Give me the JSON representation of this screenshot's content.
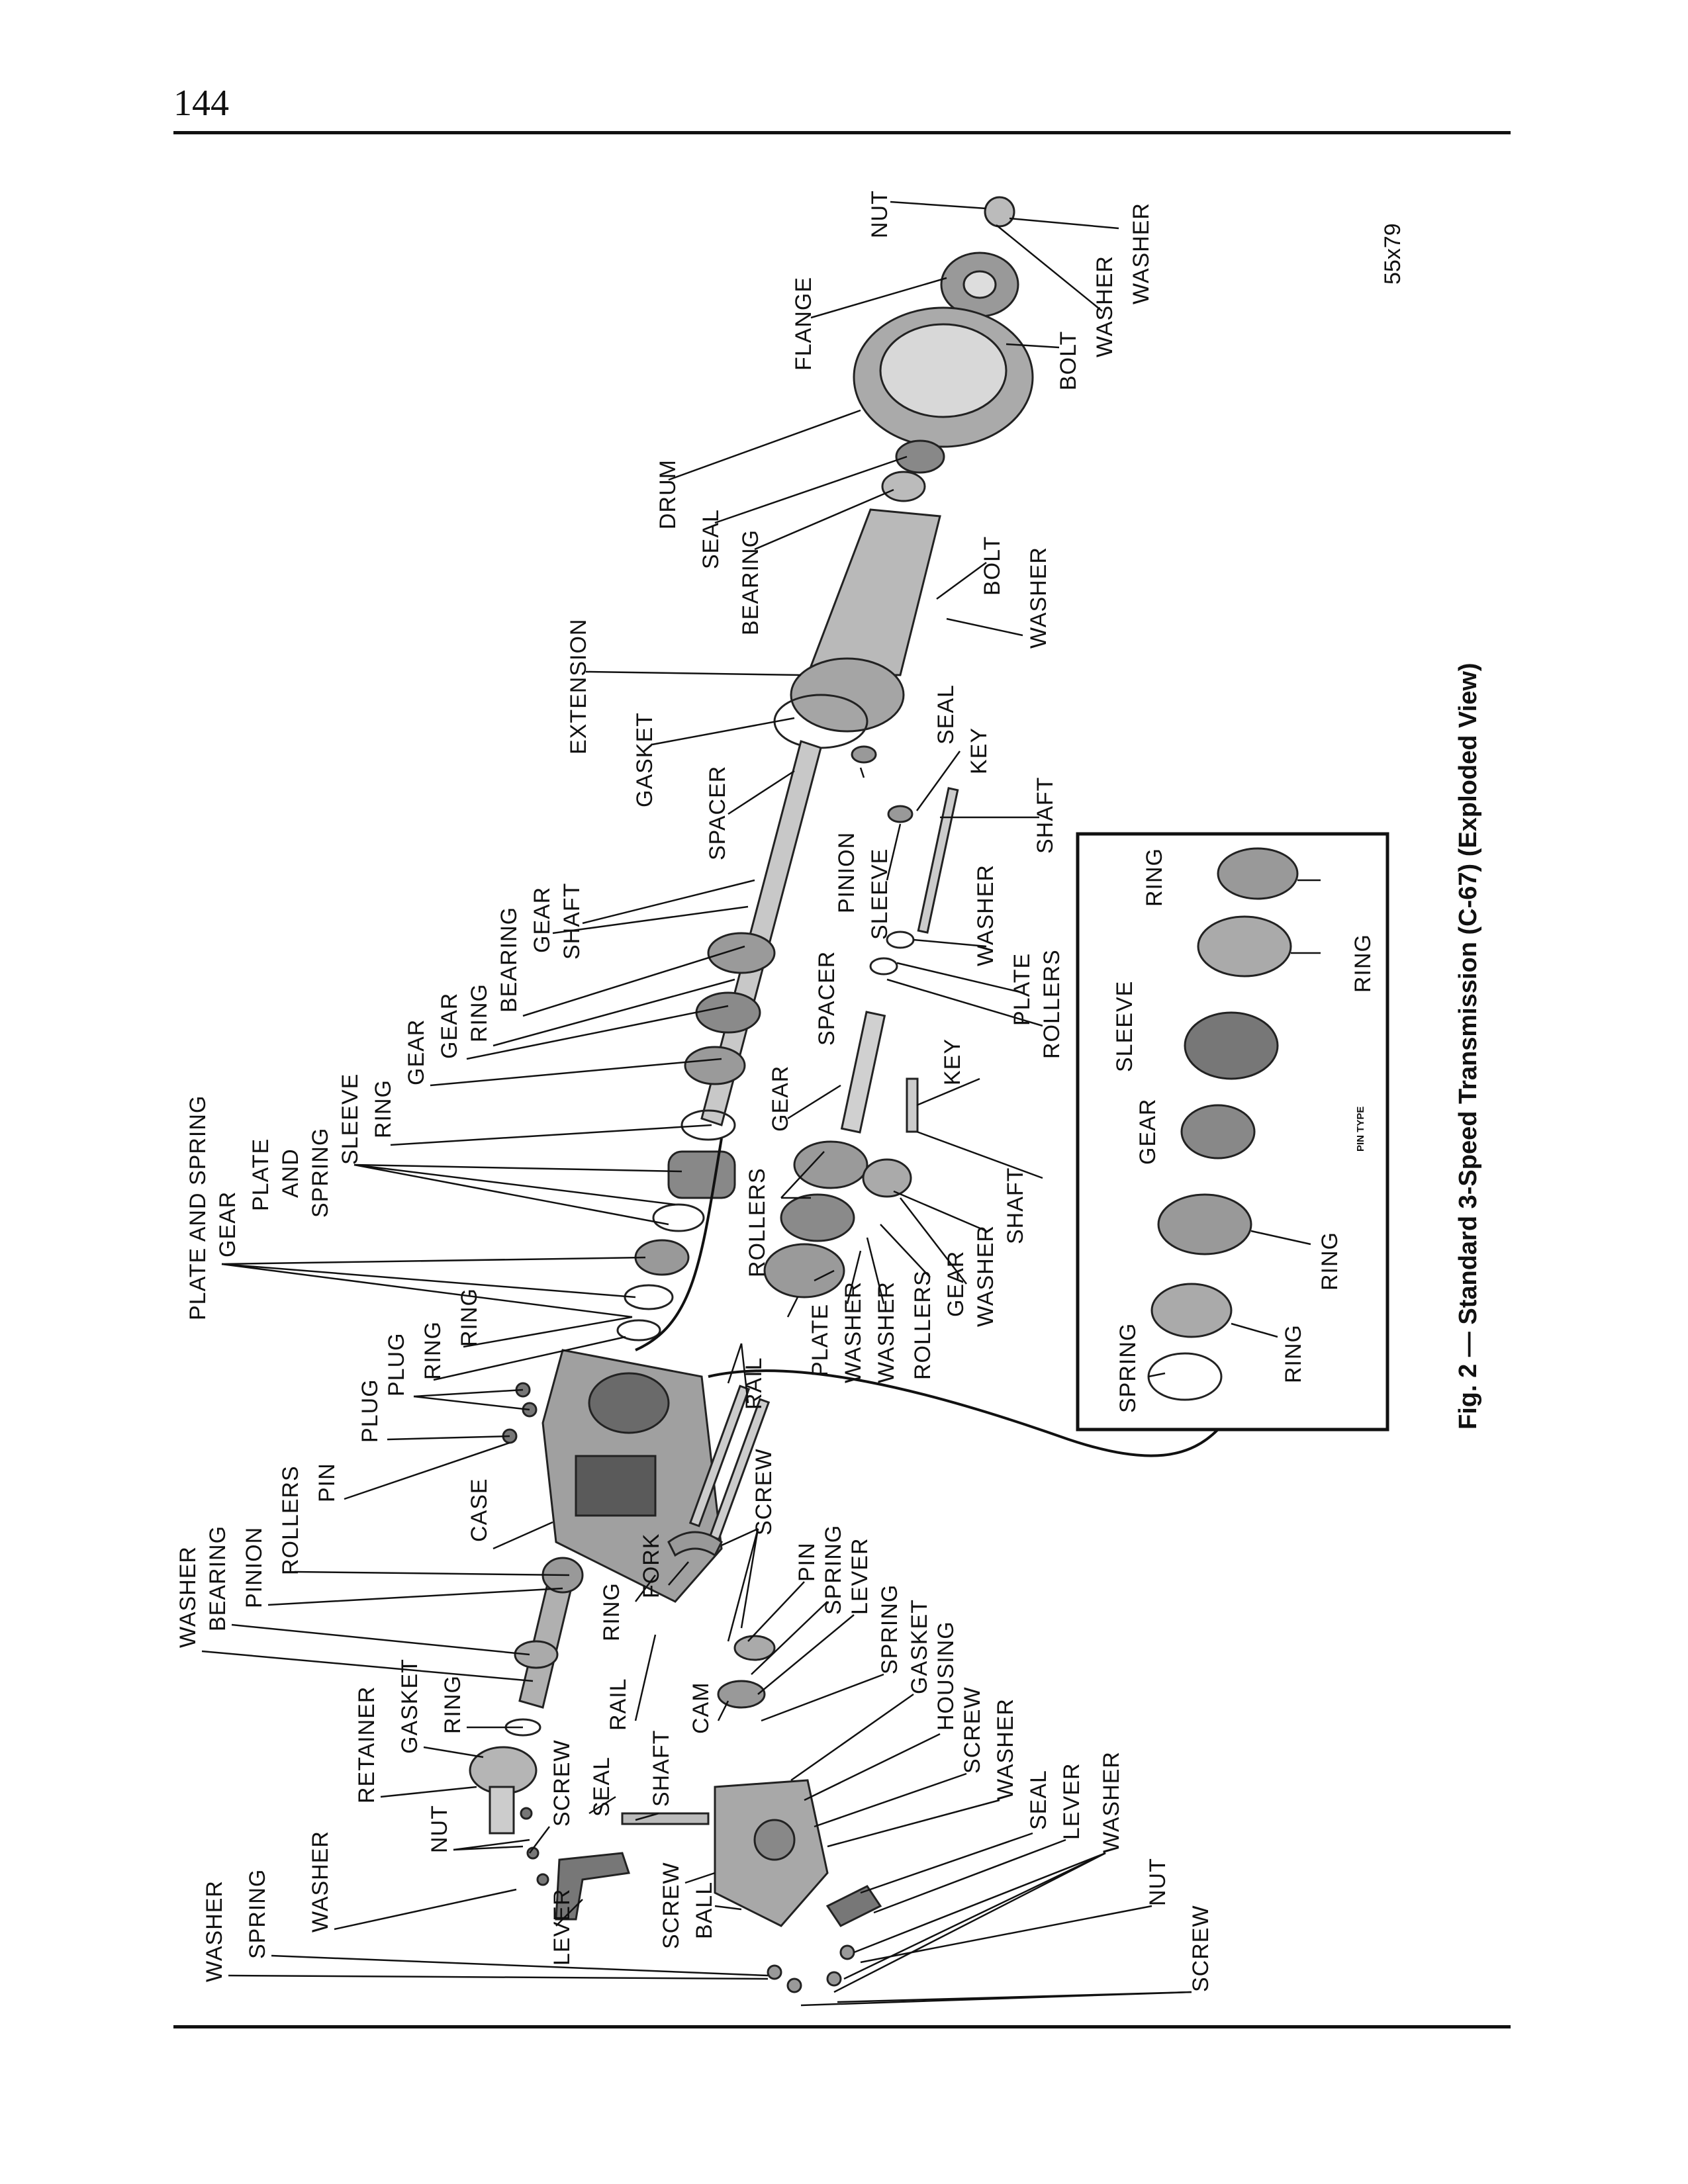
{
  "page": {
    "number": "144"
  },
  "figure": {
    "caption": "Fig. 2 — Standard 3-Speed Transmission (C-67) (Exploded View)",
    "code": "55x79",
    "inset_label": "PIN TYPE",
    "labels": {
      "washer_a": "WASHER",
      "spring_a": "SPRING",
      "washer_b": "WASHER",
      "nut_a": "NUT",
      "lever_a": "LEVER",
      "retainer": "RETAINER",
      "gasket_a": "GASKET",
      "ring_a": "RING",
      "screw_a": "SCREW",
      "seal_a": "SEAL",
      "washer_c": "WASHER",
      "bearing_a": "BEARING",
      "pinion_a": "PINION",
      "rollers_a": "ROLLERS",
      "pin_a": "PIN",
      "plug_a": "PLUG",
      "plug_b": "PLUG",
      "ring_b": "RING",
      "ring_c": "RING",
      "case": "CASE",
      "ring_d": "RING",
      "rail_a": "RAIL",
      "shaft_a": "SHAFT",
      "cam": "CAM",
      "screw_b": "SCREW",
      "ball": "BALL",
      "fork": "FORK",
      "screw_c": "SCREW",
      "pin_b": "PIN",
      "spring_b": "SPRING",
      "lever_b": "LEVER",
      "spring_c": "SPRING",
      "gasket_b": "GASKET",
      "housing": "HOUSING",
      "screw_d": "SCREW",
      "washer_d": "WASHER",
      "seal_b": "SEAL",
      "lever_c": "LEVER",
      "washer_e": "WASHER",
      "nut_b": "NUT",
      "screw_e": "SCREW",
      "plate_and_spring_a": "PLATE AND SPRING",
      "gear_a": "GEAR",
      "plate": "PLATE",
      "and": "AND",
      "spring_d": "SPRING",
      "sleeve_a": "SLEEVE",
      "ring_e": "RING",
      "gear_b": "GEAR",
      "gear_c": "GEAR",
      "ring_f": "RING",
      "bearing_b": "BEARING",
      "gear_d": "GEAR",
      "shaft_b": "SHAFT",
      "rail_b": "RAIL",
      "rollers_b": "ROLLERS",
      "gear_e": "GEAR",
      "plate_b": "PLATE",
      "washer_f": "WASHER",
      "washer_g": "WASHER",
      "rollers_c": "ROLLERS",
      "gear_f": "GEAR",
      "washer_h": "WASHER",
      "shaft_c": "SHAFT",
      "spacer_a": "SPACER",
      "key_a": "KEY",
      "pinion_b": "PINION",
      "sleeve_b": "SLEEVE",
      "spacer_b": "SPACER",
      "gasket_c": "GASKET",
      "extension": "EXTENSION",
      "seal_c": "SEAL",
      "key_b": "KEY",
      "shaft_d": "SHAFT",
      "washer_i": "WASHER",
      "plate_c": "PLATE",
      "rollers_d": "ROLLERS",
      "bearing_c": "BEARING",
      "seal_d": "SEAL",
      "drum": "DRUM",
      "bolt_a": "BOLT",
      "washer_j": "WASHER",
      "flange": "FLANGE",
      "bolt_b": "BOLT",
      "washer_k": "WASHER",
      "nut_c": "NUT",
      "washer_l": "WASHER",
      "inset_spring": "SPRING",
      "inset_ring_a": "RING",
      "inset_ring_b": "RING",
      "inset_gear": "GEAR",
      "inset_sleeve": "SLEEVE",
      "inset_ring_c": "RING",
      "inset_ring_d": "RING"
    }
  }
}
